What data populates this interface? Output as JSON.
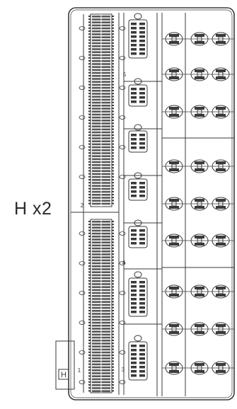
{
  "caption": {
    "text": "H x2"
  },
  "sprue": {
    "part_numbers": [
      "1",
      "2",
      "3",
      "4",
      "5"
    ],
    "emblem_letter": "H"
  },
  "colors": {
    "ink": "#3a3a3a",
    "paper": "#ffffff",
    "shade": "#dcdcdc"
  }
}
